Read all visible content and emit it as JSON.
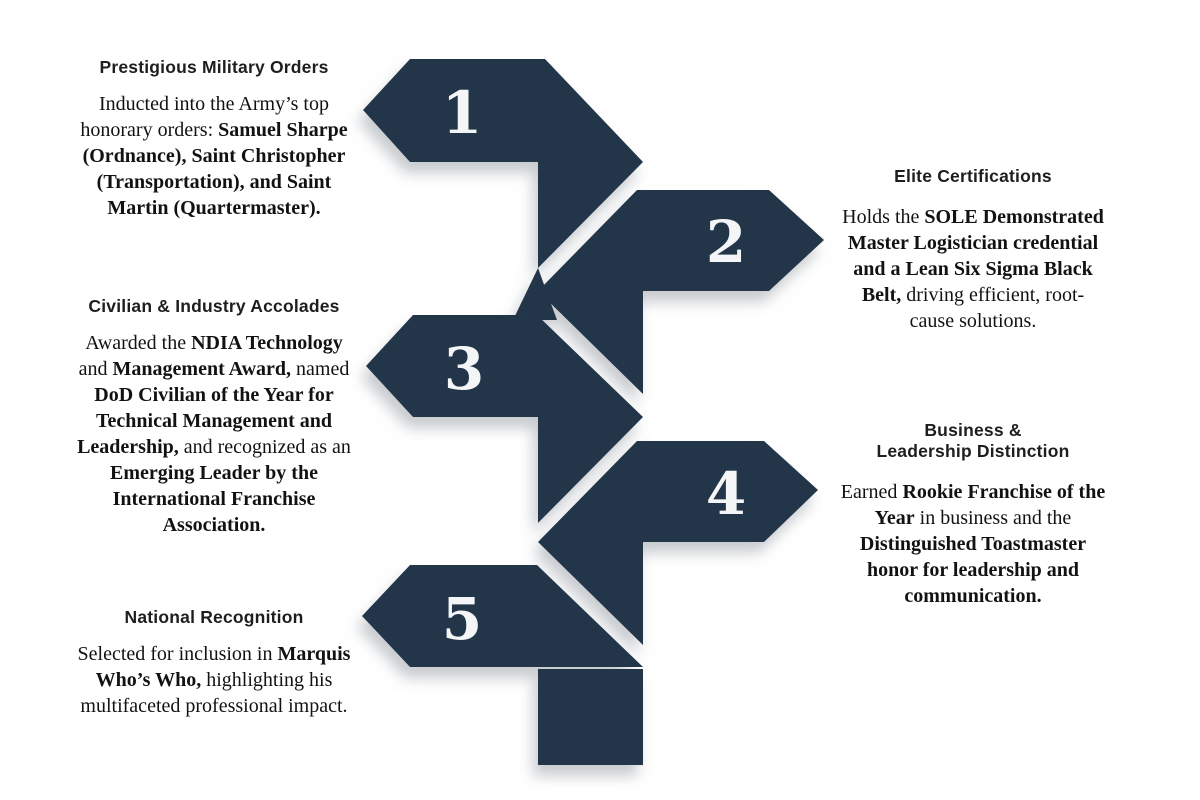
{
  "colors": {
    "navy": "#20354a",
    "number_text": "#f3f5f7",
    "title_text": "#1e1e1e",
    "body_text": "#121212"
  },
  "timeline": {
    "items": [
      {
        "number": "1",
        "side": "left",
        "title_lines": [
          "Prestigious Military Orders"
        ],
        "body": [
          {
            "t": "Inducted into the Army’s top honorary orders: "
          },
          {
            "t": "Samuel Sharpe (Ordnance), Saint Christopher (Transportation), and Saint Martin (Quartermaster).",
            "b": true
          }
        ]
      },
      {
        "number": "2",
        "side": "right",
        "title_lines": [
          "Elite Certifications"
        ],
        "body": [
          {
            "t": "Holds the "
          },
          {
            "t": "SOLE Demonstrated Master Logistician credential and a Lean Six Sigma Black Belt,",
            "b": true
          },
          {
            "t": " driving efficient, root-cause solutions."
          }
        ]
      },
      {
        "number": "3",
        "side": "left",
        "title_lines": [
          "Civilian & Industry Accolades"
        ],
        "body": [
          {
            "t": "Awarded the "
          },
          {
            "t": "NDIA Technology",
            "b": true
          },
          {
            "t": " and "
          },
          {
            "t": "Management Award,",
            "b": true
          },
          {
            "t": " named "
          },
          {
            "t": "DoD Civilian of the Year for Technical Management and Leadership,",
            "b": true
          },
          {
            "t": " and recognized as an "
          },
          {
            "t": "Emerging Leader by the International Franchise Association.",
            "b": true
          }
        ]
      },
      {
        "number": "4",
        "side": "right",
        "title_lines": [
          "Business &",
          "Leadership Distinction"
        ],
        "body": [
          {
            "t": "Earned "
          },
          {
            "t": "Rookie Franchise of the Year",
            "b": true
          },
          {
            "t": " in business and the "
          },
          {
            "t": "Distinguished Toastmaster honor for leadership and communication.",
            "b": true
          }
        ]
      },
      {
        "number": "5",
        "side": "left",
        "title_lines": [
          "National Recognition"
        ],
        "body": [
          {
            "t": "Selected for inclusion in "
          },
          {
            "t": "Marquis Who’s Who,",
            "b": true
          },
          {
            "t": " highlighting his multifaceted professional impact."
          }
        ]
      }
    ]
  }
}
